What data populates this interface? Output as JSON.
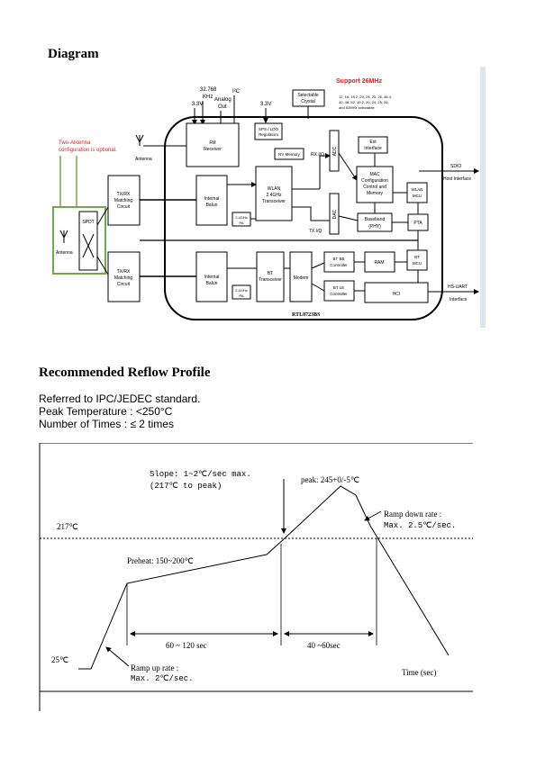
{
  "diagram": {
    "heading": "Diagram",
    "support": "Support 26MHz",
    "freq_note_lines": [
      "12, 16, 19.2, 20, 24, 25, 26, 38.4,",
      "40, 48, 52, 19.2, 20, 24, 25, 26,",
      "and 52MHz selectable"
    ],
    "note_lines": [
      "Two-Antenna",
      "configuration is optional."
    ],
    "top_labels": {
      "v1": "3.3V",
      "khz1": "32.768",
      "khz2": "KHz",
      "analog1": "Analog",
      "analog2": "Out",
      "i2c": "I²C",
      "v2": "3.3V",
      "crystal1": "Selectable",
      "crystal2": "Crystal"
    },
    "blocks": {
      "fm1": "FM",
      "fm2": "Receiver",
      "sps1": "SPS / LDO",
      "sps2": "Regulators",
      "nv": "NV Memory",
      "adc": "ADC",
      "dac": "DAC",
      "rxiq": "RX I/Q",
      "txiq": "TX I/Q",
      "ext1": "Ext",
      "ext2": "Interface",
      "mac1": "MAC",
      "mac2": "Configuration",
      "mac3": "Control and",
      "mac4": "Memory",
      "wlanmcu1": "WLAN",
      "wlanmcu2": "MCU",
      "bb1": "Baseband",
      "bb2": "(PHY)",
      "pta": "PTA",
      "txrx1": "TX/RX",
      "txrx2": "Matching",
      "txrx3": "Circuit",
      "balun1": "Internal",
      "balun2": "Balun",
      "wlan1": "WLAN",
      "wlan2": "2.4GHz",
      "wlan3": "Transceiver",
      "pa1": "2.4GHz",
      "pa2": "PA",
      "spdt": "SPDT",
      "antenna": "Antenna",
      "bt1": "BT",
      "bt2": "Transceiver",
      "modem": "Modem",
      "btbd1": "BT BB",
      "btbd2": "Controller",
      "ram": "RAM",
      "btmcu1": "BT",
      "btmcu2": "MCU",
      "btle1": "BT LE",
      "btle2": "Controller",
      "hci": "HCI",
      "chip": "RTL8723BS",
      "sdio": "SDIO",
      "host": "Host Interface",
      "uart": "HS-UART",
      "iface": "Interface"
    }
  },
  "reflow": {
    "heading": "Recommended Reflow Profile",
    "lines": [
      "Referred to IPC/JEDEC standard.",
      "Peak Temperature : <250°C",
      "Number of Times : ≤ 2 times"
    ],
    "chart": {
      "slope1": "Slope: 1~2℃/sec max.",
      "slope2": "(217℃ to peak)",
      "peak": "peak: 245+0/-5℃",
      "rampdown1": "Ramp down rate :",
      "rampdown2": "Max. 2.5℃/sec.",
      "t217": "217℃",
      "preheat": "Preheat: 150~200℃",
      "dur1": "60 ~ 120 sec",
      "dur2": "40 ~60sec",
      "t25": "25℃",
      "rampup1": "Ramp up rate :",
      "rampup2": "Max. 2℃/sec.",
      "time": "Time (sec)"
    }
  }
}
